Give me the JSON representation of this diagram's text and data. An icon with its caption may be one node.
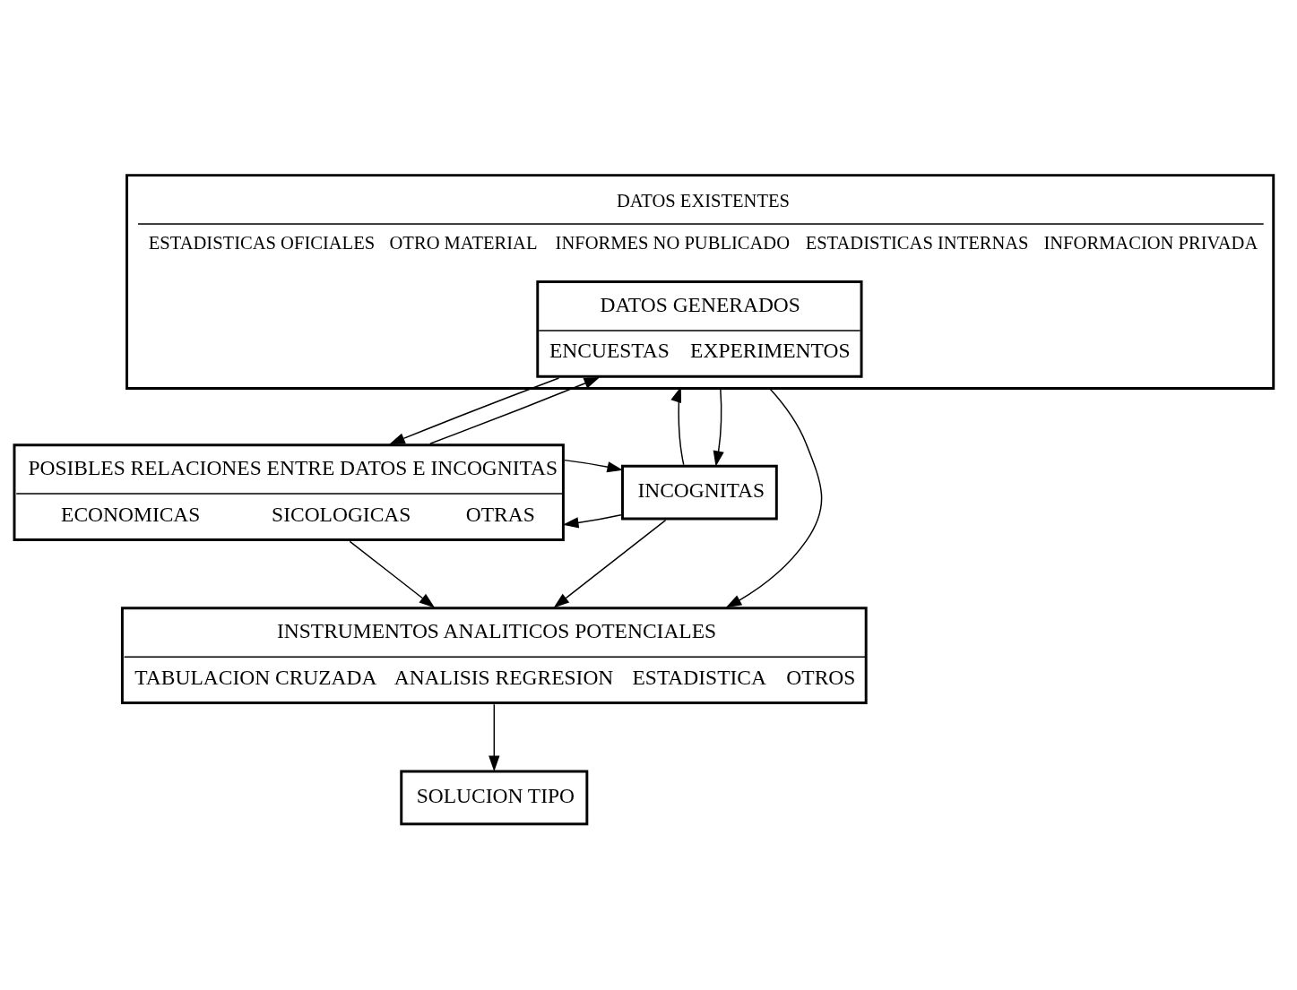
{
  "diagram": {
    "nodes": [
      {
        "text": [
          "DATOS EXISTENTES",
          "ESTADISTICAS OFICIALES",
          "OTRO MATERIAL",
          "INFORMES NO PUBLICADO",
          "ESTADISTICAS INTERNAS",
          "INFORMACION PRIVADA"
        ]
      },
      {
        "text": [
          "DATOS GENERADOS",
          "ENCUESTAS",
          "EXPERIMENTOS"
        ],
        "in": 0
      },
      {
        "text": [
          "POSIBLES RELACIONES ENTRE DATOS E INCOGNITAS",
          "ECONOMICAS",
          "SICOLOGICAS",
          "OTRAS"
        ]
      },
      {
        "text": [
          "INSTRUMENTOS ANALITICOS POTENCIALES",
          "TABULACION CRUZADA",
          "ANALISIS REGRESION",
          "ESTADISTICA",
          "OTROS"
        ]
      },
      {
        "text": [
          "INCOGNITAS"
        ]
      },
      {
        "text": [
          "SOLUCION TIPO"
        ]
      }
    ],
    "edges": [
      {
        "from": 2,
        "to": 1,
        "arrow": "to"
      },
      {
        "from": 1,
        "to": 2,
        "arrow": "to"
      },
      {
        "from": 0,
        "to": 3,
        "arrow": "to"
      },
      {
        "from": 4,
        "to": 0,
        "arrow": "to"
      },
      {
        "from": 0,
        "to": 4,
        "arrow": "to"
      },
      {
        "from": 4,
        "to": 2,
        "arrow": "to"
      },
      {
        "from": 2,
        "to": 4,
        "arrow": "to"
      },
      {
        "from": 2,
        "to": 3,
        "arrow": "to"
      },
      {
        "from": 4,
        "to": 3,
        "arrow": "to"
      },
      {
        "from": 3,
        "to": 5,
        "arrow": "to"
      }
    ]
  }
}
